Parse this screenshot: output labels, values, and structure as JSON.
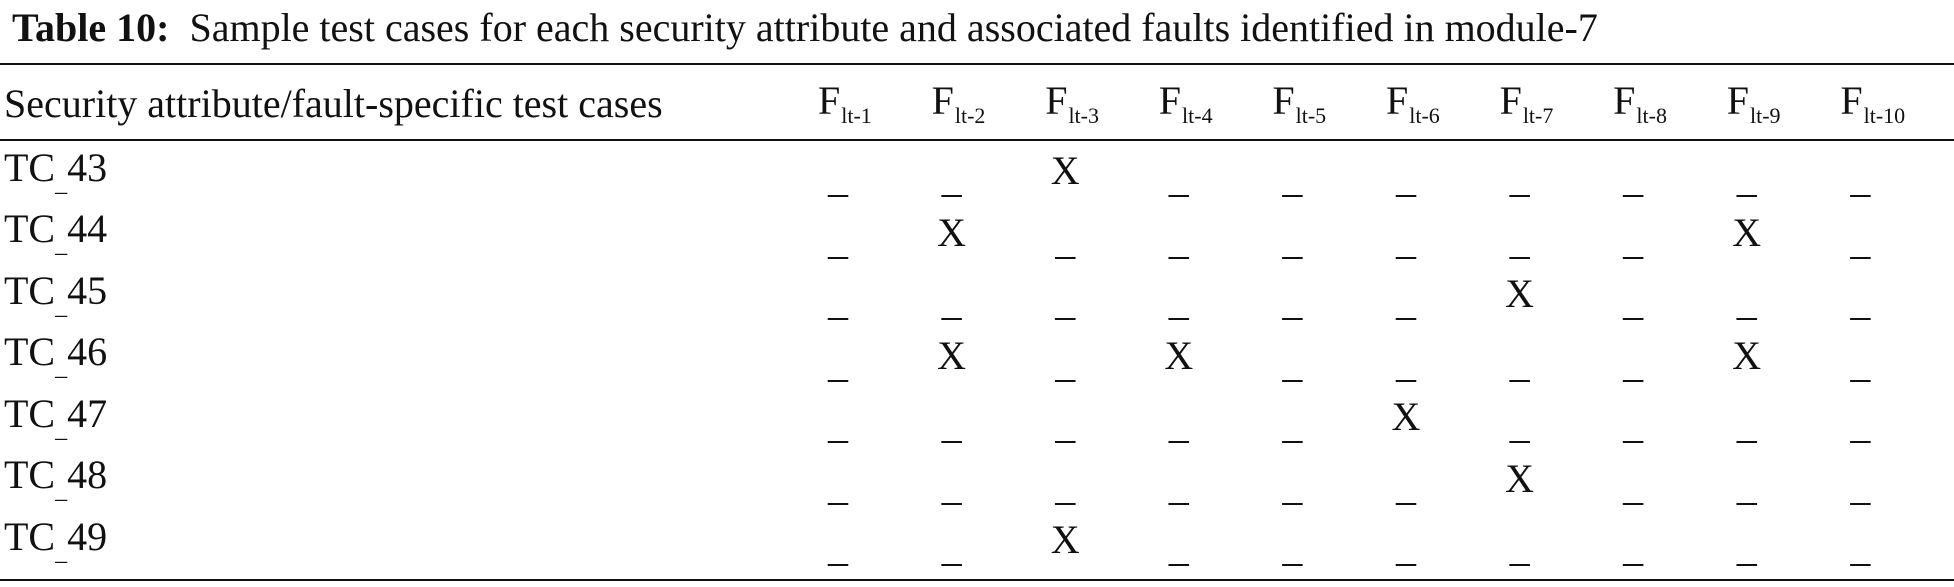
{
  "caption": {
    "label": "Table 10:",
    "text": "Sample test cases for each security attribute and associated faults identified in module-7"
  },
  "table": {
    "header_first": "Security attribute/fault-specific test cases",
    "fault_base": "F",
    "fault_columns": [
      "lt-1",
      "lt-2",
      "lt-3",
      "lt-4",
      "lt-5",
      "lt-6",
      "lt-7",
      "lt-8",
      "lt-9",
      "lt-10"
    ],
    "marks": {
      "hit": "X",
      "miss": "_"
    },
    "rows": [
      {
        "prefix": "TC",
        "sep": "_",
        "num": "43",
        "cells": [
          "_",
          "_",
          "X",
          "_",
          "_",
          "_",
          "_",
          "_",
          "_",
          "_"
        ]
      },
      {
        "prefix": "TC",
        "sep": "_",
        "num": "44",
        "cells": [
          "_",
          "X",
          "_",
          "_",
          "_",
          "_",
          "_",
          "_",
          "X",
          "_"
        ]
      },
      {
        "prefix": "TC",
        "sep": "_",
        "num": "45",
        "cells": [
          "_",
          "_",
          "_",
          "_",
          "_",
          "_",
          "X",
          "_",
          "_",
          "_"
        ]
      },
      {
        "prefix": "TC",
        "sep": "_",
        "num": "46",
        "cells": [
          "_",
          "X",
          "_",
          "X",
          "_",
          "_",
          "_",
          "_",
          "X",
          "_"
        ]
      },
      {
        "prefix": "TC",
        "sep": "_",
        "num": "47",
        "cells": [
          "_",
          "_",
          "_",
          "_",
          "_",
          "X",
          "_",
          "_",
          "_",
          "_"
        ]
      },
      {
        "prefix": "TC",
        "sep": "_",
        "num": "48",
        "cells": [
          "_",
          "_",
          "_",
          "_",
          "_",
          "_",
          "X",
          "_",
          "_",
          "_"
        ]
      },
      {
        "prefix": "TC",
        "sep": "_",
        "num": "49",
        "cells": [
          "_",
          "_",
          "X",
          "_",
          "_",
          "_",
          "_",
          "_",
          "_",
          "_"
        ]
      }
    ]
  }
}
